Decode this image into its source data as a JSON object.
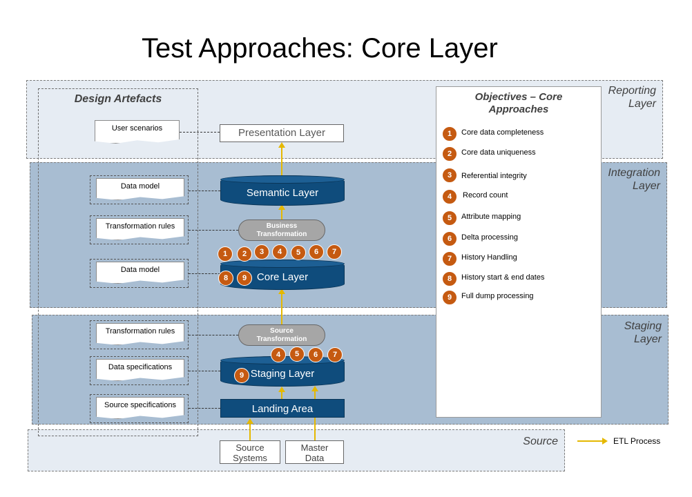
{
  "title": "Test Approaches: Core Layer",
  "layers": {
    "reporting": "Reporting\nLayer",
    "integration": "Integration\nLayer",
    "staging": "Staging\nLayer",
    "source": "Source"
  },
  "design_artefacts": {
    "title": "Design Artefacts",
    "docs": [
      "User scenarios",
      "Data model",
      "Transformation rules",
      "Data model",
      "Transformation rules",
      "Data specifications",
      "Source specifications"
    ]
  },
  "flow": {
    "presentation": "Presentation Layer",
    "semantic": "Semantic Layer",
    "business_transformation": "Business\nTransformation",
    "core": "Core Layer",
    "source_transformation": "Source\nTransformation",
    "staging": "Staging Layer",
    "landing": "Landing Area",
    "source_systems": "Source\nSystems",
    "master_data": "Master\nData"
  },
  "core_badges": [
    "1",
    "2",
    "3",
    "4",
    "5",
    "6",
    "7",
    "8",
    "9"
  ],
  "staging_badges": [
    "4",
    "5",
    "6",
    "7",
    "9"
  ],
  "objectives": {
    "title": "Objectives – Core\nApproaches",
    "items": [
      {
        "num": "1",
        "label": "Core data completeness"
      },
      {
        "num": "2",
        "label": "Core data uniqueness"
      },
      {
        "num": "3",
        "label": "Referential integrity"
      },
      {
        "num": "4",
        "label": "Record count"
      },
      {
        "num": "5",
        "label": "Attribute mapping"
      },
      {
        "num": "6",
        "label": "Delta processing"
      },
      {
        "num": "7",
        "label": "History Handling"
      },
      {
        "num": "8",
        "label": "History start & end dates"
      },
      {
        "num": "9",
        "label": "Full dump processing"
      }
    ]
  },
  "legend": {
    "label": "ETL Process"
  },
  "colors": {
    "accent_orange": "#c55a11",
    "layer_blue": "#0f4c7c",
    "arrow_yellow": "#e5b800",
    "band_blue": "#a8bdd2",
    "band_light": "#e6ecf3"
  }
}
